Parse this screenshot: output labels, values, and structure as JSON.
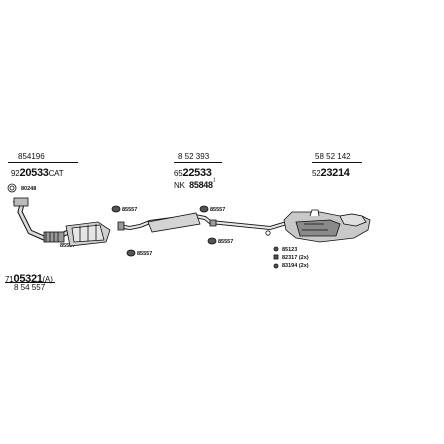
{
  "groups": [
    {
      "top_code": "854196",
      "main_prefix": "92",
      "main_number": "20533",
      "main_suffix": "CAT"
    },
    {
      "top_code": "8 52 393",
      "main_prefix": "65",
      "main_number": "22533",
      "alt_prefix": "NK",
      "alt_number": "85848",
      "alt_superscript": "1"
    },
    {
      "top_code": "58 52 142",
      "main_prefix": "52",
      "main_number": "23214"
    }
  ],
  "bottom_left": {
    "main_prefix": "71",
    "main_number": "05321",
    "main_suffix": "(A)",
    "sub_code": "8 54 557"
  },
  "part_labels": {
    "gasket_top_left": "80248",
    "clamp_1": "85557",
    "clamp_2": "85557",
    "clamp_3": "85557",
    "clamp_4": "85557",
    "clamp_5": "85557",
    "mount_1": "85123",
    "mount_2": "82317 (2x)",
    "mount_3": "83194 (2x)"
  },
  "colors": {
    "line": "#111111",
    "part_fill": "#d9d9d9",
    "part_dark": "#7a7a7a"
  }
}
